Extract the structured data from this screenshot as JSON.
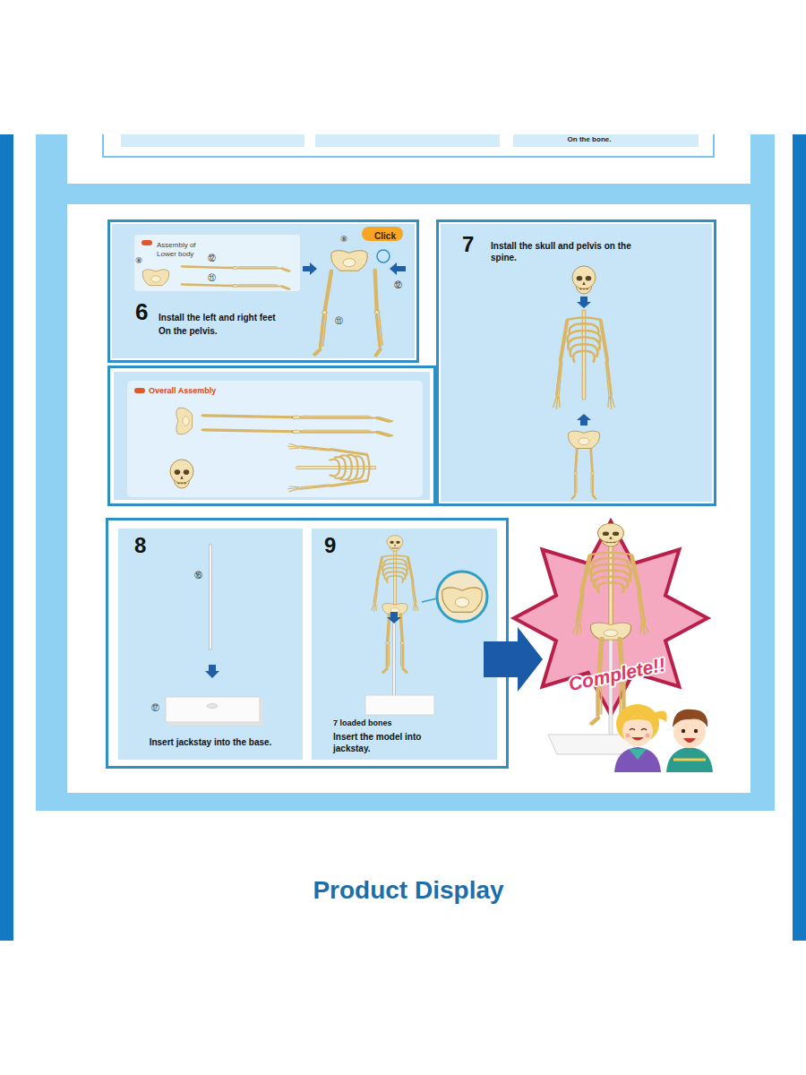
{
  "diagram": {
    "title": "Product Display",
    "nodes": [
      {
        "text": [
          "On the bone."
        ]
      },
      {
        "text": [
          "6",
          "Install the left and right feet On the pelvis."
        ]
      },
      {
        "text": [
          "Assembly of Lower body"
        ],
        "in": 1
      },
      {
        "text": [
          "Click"
        ],
        "in": 1
      },
      {
        "text": [
          "7",
          "Install the skull and pelvis on the spine."
        ]
      },
      {
        "text": [
          "Overall Assembly"
        ]
      },
      {
        "text": [
          "8",
          "Insert jackstay into the base."
        ]
      },
      {
        "text": [
          "9",
          "7 loaded bones",
          "Insert the model into jackstay."
        ]
      }
    ],
    "labels": [
      "⑧",
      "⑫",
      "⑪",
      "⑧",
      "⑪",
      "⑫",
      "⑯",
      "⑰",
      "Complete!!"
    ]
  }
}
